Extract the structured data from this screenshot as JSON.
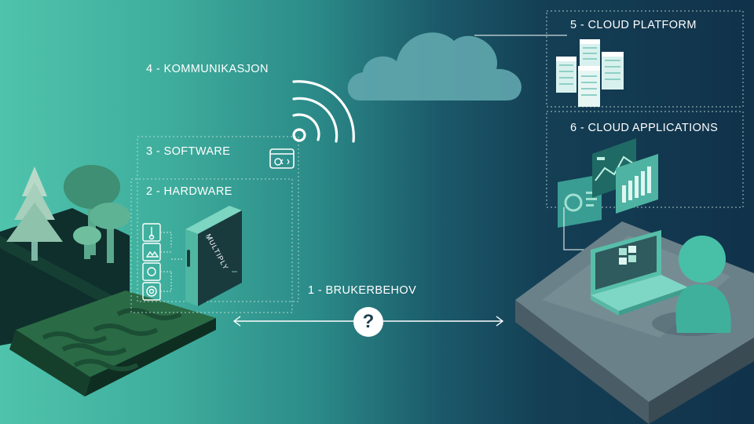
{
  "steps": {
    "step1": "1 - BRUKERBEHOV",
    "step2": "2 - HARDWARE",
    "step3": "3 - SOFTWARE",
    "step4": "4 - KOMMUNIKASJON",
    "step5": "5 - CLOUD PLATFORM",
    "step6": "6 - CLOUD APPLICATIONS"
  },
  "device": {
    "brand": "MULTIPLY"
  },
  "connection": {
    "symbol": "?"
  },
  "colors": {
    "teal_light": "#4fc3ac",
    "navy": "#10324a",
    "forest": "#1e5a3c",
    "accent": "#3fb4a0"
  }
}
